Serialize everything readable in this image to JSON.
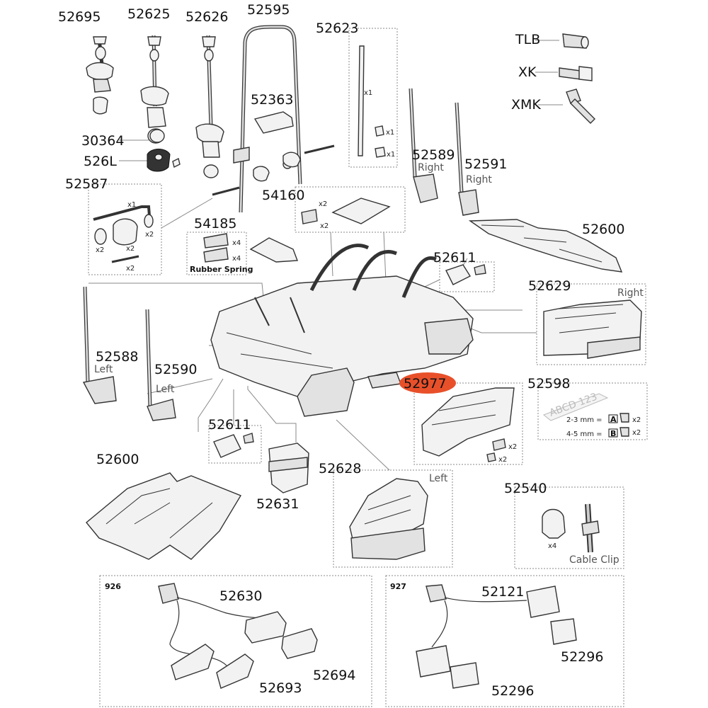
{
  "parts": {
    "p52695": "52695",
    "p52625": "52625",
    "p52626": "52626",
    "p52595": "52595",
    "p52623": "52623",
    "p52363": "52363",
    "p30364": "30364",
    "p526L": "526L",
    "p52587": "52587",
    "p54160": "54160",
    "p52589": "52589",
    "p52591": "52591",
    "p54185": "54185",
    "p52600_top": "52600",
    "p52611_top": "52611",
    "p52629": "52629",
    "p52588": "52588",
    "p52590": "52590",
    "p52977": "52977",
    "p52598": "52598",
    "p52611_bot": "52611",
    "p52600_bot": "52600",
    "p52631": "52631",
    "p52628": "52628",
    "p52540": "52540",
    "p52630": "52630",
    "p52694": "52694",
    "p52693": "52693",
    "p52121": "52121",
    "p52296_a": "52296",
    "p52296_b": "52296"
  },
  "keys": {
    "tlb": "TLB",
    "xk": "XK",
    "xmk": "XMK"
  },
  "labels": {
    "right1": "Right",
    "right2": "Right",
    "right3": "Right",
    "left1": "Left",
    "left2": "Left",
    "left3": "Left",
    "rubber_spring": "Rubber Spring",
    "cable_clip": "Cable Clip",
    "plate": "ABCD 123",
    "plate_a": "2-3 mm =",
    "plate_b": "4-5 mm =",
    "letter_a": "A",
    "letter_b": "B",
    "box926": "926",
    "box927": "927"
  },
  "qty": {
    "x1": "x1",
    "x2": "x2",
    "x4": "x4"
  },
  "colors": {
    "highlight": "#e8502a",
    "line": "#333333"
  }
}
